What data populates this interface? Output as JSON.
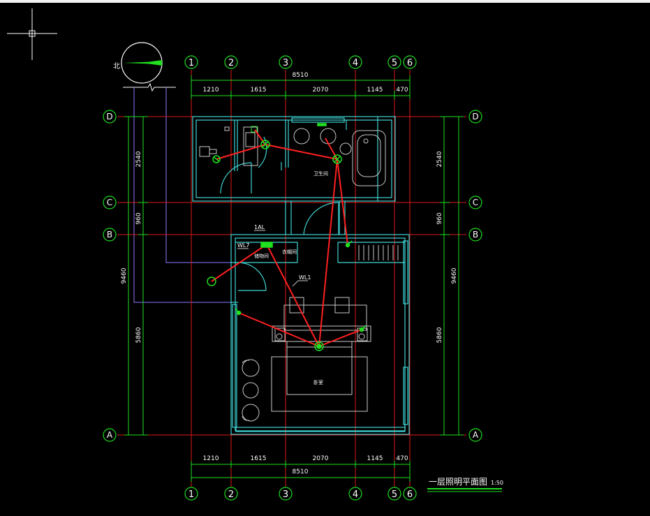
{
  "colors": {
    "background": "#000000",
    "axis_line": "#e01818",
    "wall": "#3fd6d6",
    "dimension": "#20e020",
    "circuit": "#ff2020",
    "fixture": "#20e020",
    "furniture": "#c8c8c8",
    "annotation": "#ffffff",
    "purple_line": "#8a7cff",
    "crosshair": "#ffffff"
  },
  "compass": {
    "north_label": "北"
  },
  "column_axes": [
    "1",
    "2",
    "3",
    "4",
    "5",
    "6"
  ],
  "row_axes": [
    "D",
    "C",
    "B",
    "A"
  ],
  "dimensions": {
    "top_total": "8510",
    "bottom_total": "8510",
    "col_spans": [
      "1210",
      "1615",
      "2070",
      "1145",
      "470"
    ],
    "left_spans": [
      "2540",
      "960",
      "5860"
    ],
    "left_total": "9460",
    "right_spans": [
      "2540",
      "960",
      "5860"
    ],
    "right_total": "9460"
  },
  "rooms": {
    "bathroom": "卫生间",
    "storage": "储物间",
    "cloakroom": "衣帽间",
    "bedroom": "卧室"
  },
  "circuit_labels": {
    "panel": "1AL",
    "w17": "WL7",
    "w1": "WL1"
  },
  "drawing_title": "一层照明平面图",
  "scale": "1:50"
}
